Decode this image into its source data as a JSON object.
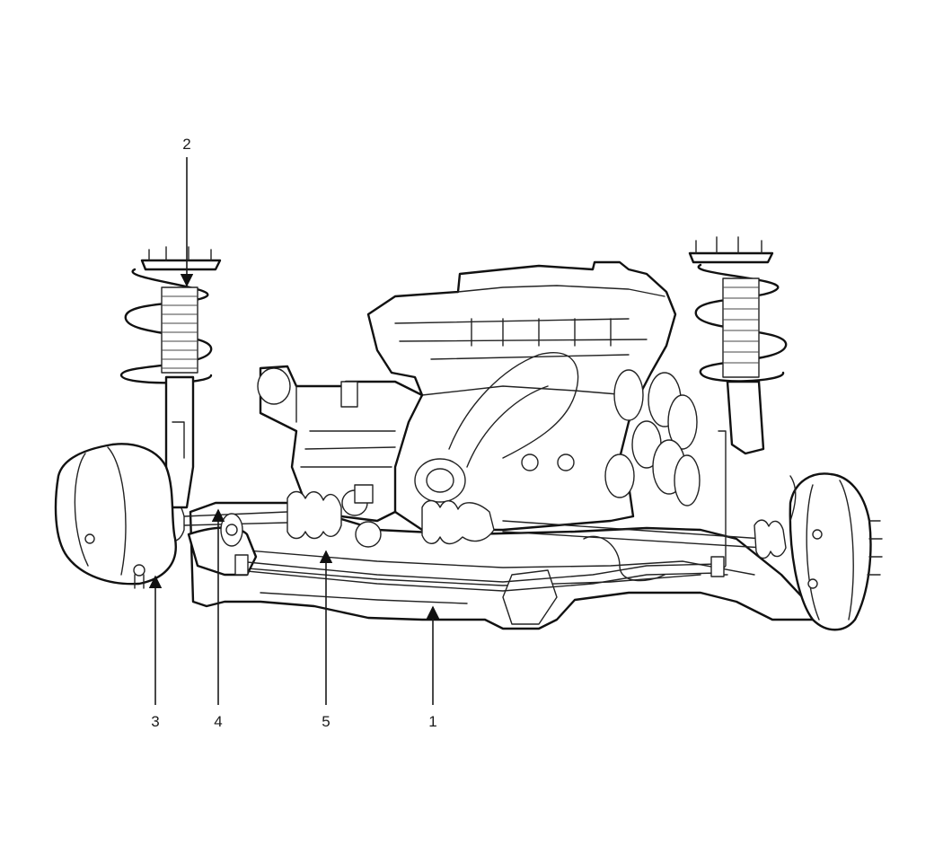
{
  "diagram": {
    "callouts": [
      {
        "id": "2",
        "label": "2"
      },
      {
        "id": "3",
        "label": "3"
      },
      {
        "id": "4",
        "label": "4"
      },
      {
        "id": "5",
        "label": "5"
      },
      {
        "id": "1",
        "label": "1"
      }
    ]
  }
}
